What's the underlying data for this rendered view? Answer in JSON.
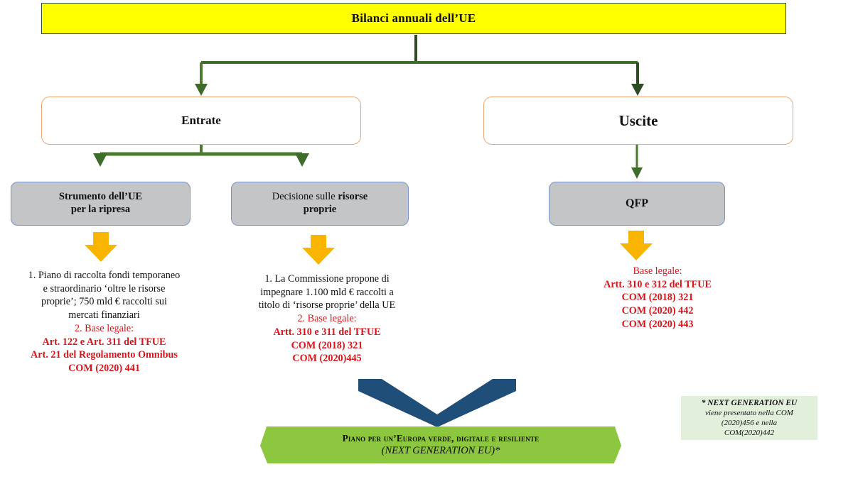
{
  "diagram": {
    "title_banner": {
      "label": "Bilanci annuali dell’UE",
      "bg_color": "#FFFF00",
      "border_color": "#2E4B3C"
    },
    "level2": [
      {
        "id": "entrate",
        "label": "Entrate",
        "bg_color": "#FFFFFF",
        "border_color": "#E8A87C"
      },
      {
        "id": "uscite",
        "label": "Uscite",
        "bg_color": "#FFFFFF",
        "border_color": "#E8A87C"
      }
    ],
    "level3": [
      {
        "id": "strumento",
        "line1": "Strumento dell’UE",
        "line2": "per la ripresa",
        "bg_color": "#C3C5C7",
        "border_color": "#7B93C4"
      },
      {
        "id": "decisione",
        "line1_regular": "Decisione sulle ",
        "line1_bold": "risorse",
        "line2": "proprie",
        "bg_color": "#C3C5C7",
        "border_color": "#7B93C4"
      },
      {
        "id": "qfp",
        "line1": "QFP",
        "bg_color": "#C3C5C7",
        "border_color": "#7B93C4"
      }
    ],
    "details": [
      {
        "id": "strumento-details",
        "black_lines": [
          "1. Piano di raccolta fondi temporaneo",
          "e straordinario ‘oltre le risorse",
          "proprie’; 750 mld € raccolti sui",
          "mercati finanziari"
        ],
        "red_line": "2. Base legale:",
        "red_bold_lines": [
          "Art. 122 e Art. 311 del TFUE",
          "Art. 21 del Regolamento Omnibus",
          "COM (2020) 441"
        ]
      },
      {
        "id": "decisione-details",
        "black_lines": [
          "1. La Commissione propone di",
          "impegnare 1.100 mld € raccolti a",
          "titolo di ‘risorse proprie’ della UE"
        ],
        "red_line": "2. Base legale:",
        "red_bold_lines": [
          "Artt. 310 e 311 del TFUE",
          "COM (2018) 321",
          "COM (2020)445"
        ]
      },
      {
        "id": "qfp-details",
        "black_lines": [],
        "red_line": "Base legale:",
        "red_bold_lines": [
          "Artt. 310 e 312 del TFUE",
          "COM (2018) 321",
          "COM (2020) 442",
          "COM (2020) 443"
        ]
      }
    ],
    "bottom_banner": {
      "line1": "Piano per un’Europa verde, digitale e resiliente",
      "line2": "(NEXT GENERATION EU)*",
      "bg_color": "#8DC63F"
    },
    "chevron": {
      "color": "#1F4E79"
    },
    "footnote": {
      "line1": "* NEXT GENERATION EU",
      "line2": "viene presentato nella COM",
      "line3": "(2020)456 e nella",
      "line4": "COM(2020)442",
      "bg_color": "#E2EFDA"
    },
    "colors": {
      "connector_green": "#4B7B2E",
      "connector_green_dark": "#2E4B23",
      "block_arrow_yellow": "#F9B400",
      "red_text": "#D8151A"
    }
  }
}
